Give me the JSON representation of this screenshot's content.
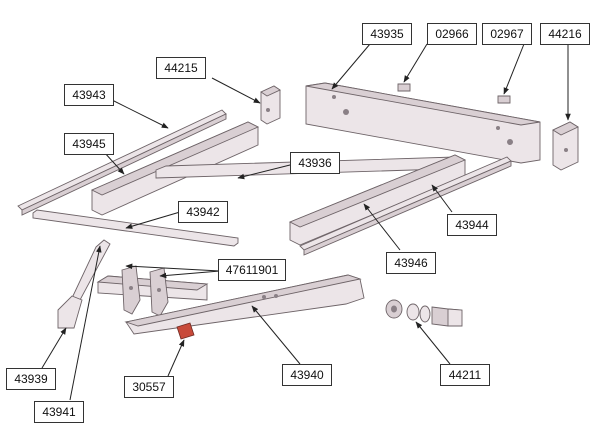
{
  "parts": [
    {
      "id": "p43935",
      "label": "43935"
    },
    {
      "id": "p02966",
      "label": "02966"
    },
    {
      "id": "p02967",
      "label": "02967"
    },
    {
      "id": "p44216",
      "label": "44216"
    },
    {
      "id": "p44215",
      "label": "44215"
    },
    {
      "id": "p43943",
      "label": "43943"
    },
    {
      "id": "p43945",
      "label": "43945"
    },
    {
      "id": "p43936",
      "label": "43936"
    },
    {
      "id": "p43942",
      "label": "43942"
    },
    {
      "id": "p43944",
      "label": "43944"
    },
    {
      "id": "p43946",
      "label": "43946"
    },
    {
      "id": "p47611901",
      "label": "47611901"
    },
    {
      "id": "p43939",
      "label": "43939"
    },
    {
      "id": "p43941",
      "label": "43941"
    },
    {
      "id": "p30557",
      "label": "30557"
    },
    {
      "id": "p43940",
      "label": "43940"
    },
    {
      "id": "p44211",
      "label": "44211"
    }
  ]
}
